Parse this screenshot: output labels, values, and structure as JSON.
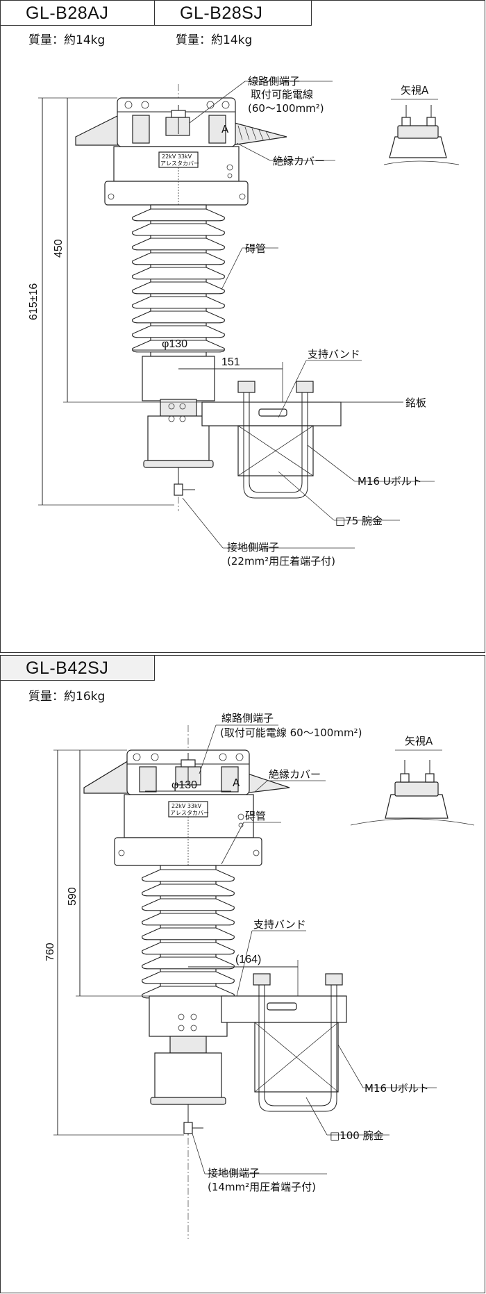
{
  "top": {
    "model_a": "GL-B28AJ",
    "model_b": "GL-B28SJ",
    "mass_a": "質量：約14kg",
    "mass_b": "質量：約14kg",
    "label_line_terminal": "線路側端子",
    "label_line_wire_1": "取付可能電線",
    "label_line_wire_2": "(60～100mm²)",
    "label_view_ref": "A",
    "label_view_a": "矢視A",
    "label_cover": "絶縁カバー",
    "label_porcelain": "碍管",
    "label_band": "支持バンド",
    "label_plate": "銘板",
    "label_ubolt": "M16 Uボルト",
    "label_arm": "□75 腕金",
    "label_ground_1": "接地側端子",
    "label_ground_2": "(22mm²用圧着端子付)",
    "nameplate_1": "22kV 33kV",
    "nameplate_2": "アレスタカバー",
    "dim_height": "450",
    "dim_total": "615±16",
    "dim_diameter": "φ130",
    "dim_offset": "151"
  },
  "bottom": {
    "model": "GL-B42SJ",
    "mass": "質量：約16kg",
    "label_line_terminal": "線路側端子",
    "label_line_wire": "(取付可能電線 60～100mm²)",
    "label_view_ref": "A",
    "label_view_a": "矢視A",
    "label_cover": "絶縁カバー",
    "label_porcelain": "碍管",
    "label_band": "支持バンド",
    "label_ubolt": "M16 Uボルト",
    "label_arm": "□100 腕金",
    "label_ground_1": "接地側端子",
    "label_ground_2": "(14mm²用圧着端子付)",
    "nameplate_1": "22kV 33kV",
    "nameplate_2": "アレスタカバー",
    "dim_height": "590",
    "dim_total": "760",
    "dim_diameter": "φ130",
    "dim_offset": "(164)"
  }
}
